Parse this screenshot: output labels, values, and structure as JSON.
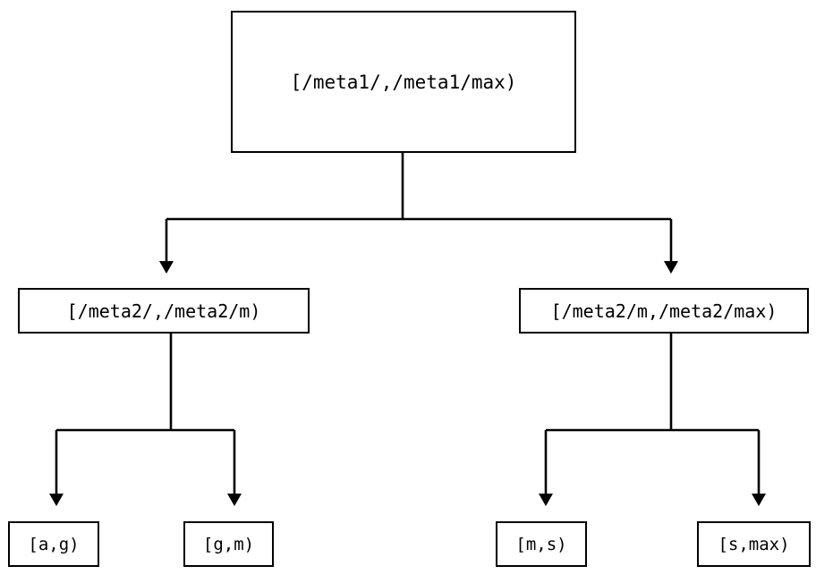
{
  "diagram": {
    "title": "range-partition-tree",
    "type": "tree",
    "orientation": "top-down",
    "colors": {
      "background": "#ffffff",
      "stroke": "#000000",
      "text": "#000000",
      "node_fill": "#ffffff"
    },
    "nodes": {
      "root": {
        "label": "[/meta1/,/meta1/max)",
        "level": 0
      },
      "level2": [
        {
          "label": "[/meta2/,/meta2/m)",
          "level": 1
        },
        {
          "label": "[/meta2/m,/meta2/max)",
          "level": 1
        }
      ],
      "leaves": [
        {
          "label": "[a,g)",
          "level": 2
        },
        {
          "label": "[g,m)",
          "level": 2
        },
        {
          "label": "[m,s)",
          "level": 2
        },
        {
          "label": "[s,max)",
          "level": 2
        }
      ]
    },
    "edges": [
      {
        "from": "[/meta1/,/meta1/max)",
        "to": "[/meta2/,/meta2/m)",
        "arrow": "filled-triangle-down"
      },
      {
        "from": "[/meta1/,/meta1/max)",
        "to": "[/meta2/m,/meta2/max)",
        "arrow": "filled-triangle-down"
      },
      {
        "from": "[/meta2/,/meta2/m)",
        "to": "[a,g)",
        "arrow": "filled-triangle-down"
      },
      {
        "from": "[/meta2/,/meta2/m)",
        "to": "[g,m)",
        "arrow": "filled-triangle-down"
      },
      {
        "from": "[/meta2/m,/meta2/max)",
        "to": "[m,s)",
        "arrow": "filled-triangle-down"
      },
      {
        "from": "[/meta2/m,/meta2/max)",
        "to": "[s,max)",
        "arrow": "filled-triangle-down"
      }
    ]
  }
}
